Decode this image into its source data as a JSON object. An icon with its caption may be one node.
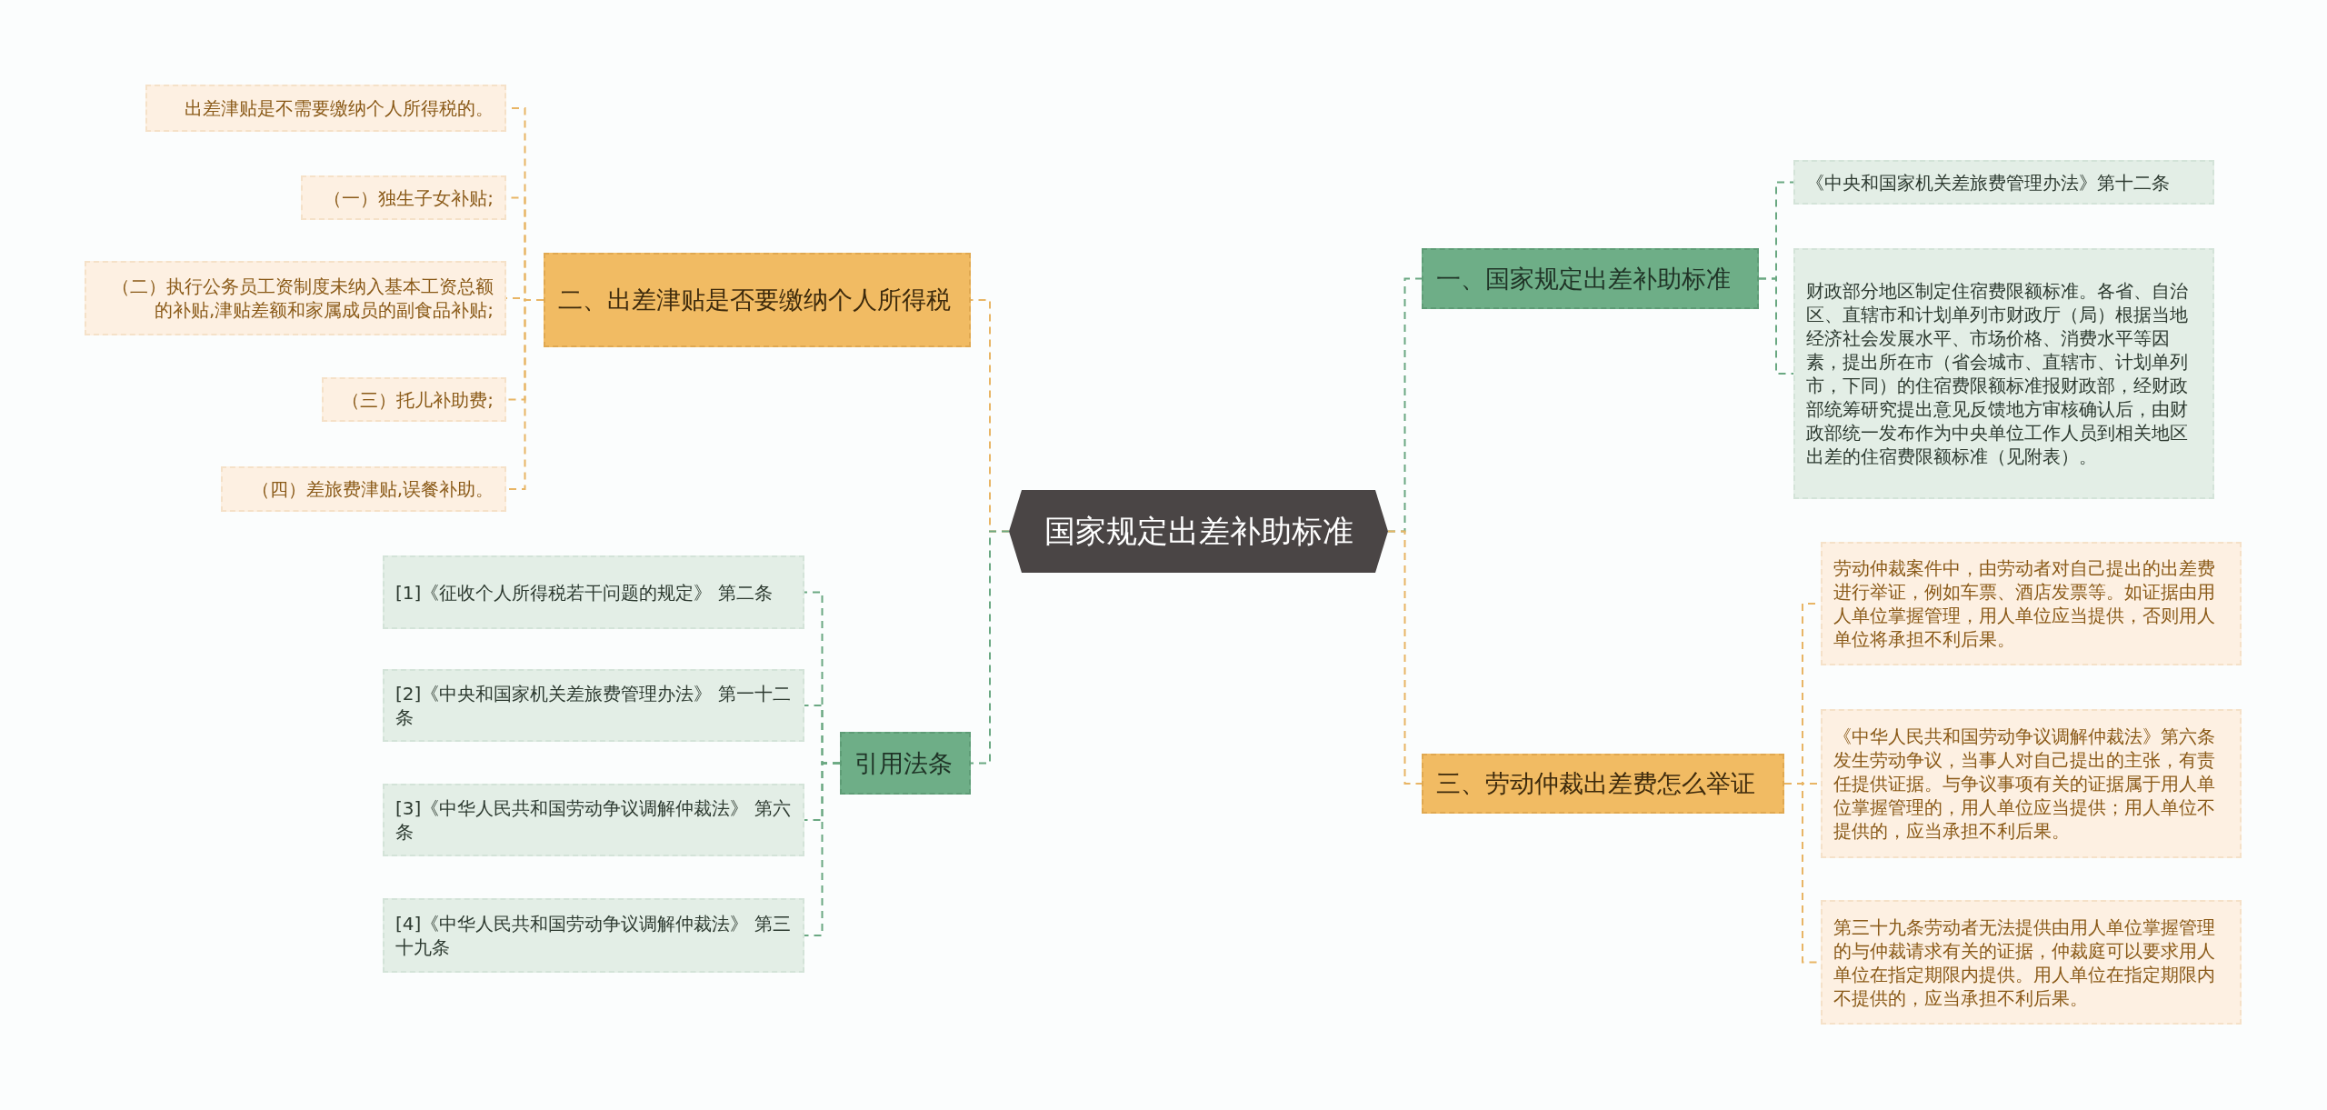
{
  "diagram": {
    "nodes": [
      {
        "text": [
          "国家规定出差补助标准"
        ]
      },
      {
        "text": [
          "一、国家规定出差补助标准"
        ]
      },
      {
        "text": [
          "《中央和国家机关差旅费管理办法》第十二条"
        ]
      },
      {
        "text": [
          "财政部分地区制定住宿费限额标准。各省、自治区、直辖市和计划单列市财政厅（局）根据当地经济社会发展水平、市场价格、消费水平等因素，提出所在市（省会城市、直辖市、计划单列市，下同）的住宿费限额标准报财政部，经财政部统筹研究提出意见反馈地方审核确认后，由财政部统一发布作为中央单位工作人员到相关地区出差的住宿费限额标准（见附表）。"
        ]
      },
      {
        "text": [
          "三、劳动仲裁出差费怎么举证"
        ]
      },
      {
        "text": [
          "劳动仲裁案件中，由劳动者对自己提出的出差费进行举证，例如车票、酒店发票等。如证据由用人单位掌握管理，用人单位应当提供，否则用人单位将承担不利后果。"
        ]
      },
      {
        "text": [
          "《中华人民共和国劳动争议调解仲裁法》第六条发生劳动争议，当事人对自己提出的主张，有责任提供证据。与争议事项有关的证据属于用人单位掌握管理的，用人单位应当提供；用人单位不提供的，应当承担不利后果。"
        ]
      },
      {
        "text": [
          "第三十九条劳动者无法提供由用人单位掌握管理的与仲裁请求有关的证据，仲裁庭可以要求用人单位在指定期限内提供。用人单位在指定期限内不提供的，应当承担不利后果。"
        ]
      },
      {
        "text": [
          "二、出差津贴是否要缴纳个人所得税"
        ]
      },
      {
        "text": [
          "出差津贴是不需要缴纳个人所得税的。"
        ]
      },
      {
        "text": [
          "（一）独生子女补贴;"
        ]
      },
      {
        "text": [
          "（二）执行公务员工资制度未纳入基本工资总额的补贴,津贴差额和家属成员的副食品补贴;"
        ]
      },
      {
        "text": [
          "（三）托儿补助费;"
        ]
      },
      {
        "text": [
          "（四）差旅费津贴,误餐补助。"
        ]
      },
      {
        "text": [
          "引用法条"
        ]
      },
      {
        "text": [
          "[1]《征收个人所得税若干问题的规定》 第二条"
        ]
      },
      {
        "text": [
          "[2]《中央和国家机关差旅费管理办法》 第一十二条"
        ]
      },
      {
        "text": [
          "[3]《中华人民共和国劳动争议调解仲裁法》 第六条"
        ]
      },
      {
        "text": [
          "[4]《中华人民共和国劳动争议调解仲裁法》 第三十九条"
        ]
      }
    ],
    "edges": [
      {
        "from": 0,
        "to": 1,
        "arrow": "none",
        "color": "#6aa882"
      },
      {
        "from": 1,
        "to": 2,
        "arrow": "none",
        "color": "#6aa882"
      },
      {
        "from": 1,
        "to": 3,
        "arrow": "none",
        "color": "#6aa882"
      },
      {
        "from": 0,
        "to": 4,
        "arrow": "none"
      },
      {
        "from": 4,
        "to": 5,
        "arrow": "none"
      },
      {
        "from": 4,
        "to": 6,
        "arrow": "none"
      },
      {
        "from": 4,
        "to": 7,
        "arrow": "none"
      },
      {
        "from": 0,
        "to": 8,
        "arrow": "none"
      },
      {
        "from": 8,
        "to": 9,
        "arrow": "none"
      },
      {
        "from": 8,
        "to": 10,
        "arrow": "none"
      },
      {
        "from": 8,
        "to": 11,
        "arrow": "none"
      },
      {
        "from": 8,
        "to": 12,
        "arrow": "none"
      },
      {
        "from": 8,
        "to": 13,
        "arrow": "none"
      },
      {
        "from": 0,
        "to": 14,
        "arrow": "none",
        "color": "#6aa882"
      },
      {
        "from": 14,
        "to": 15,
        "arrow": "none",
        "color": "#6aa882"
      },
      {
        "from": 14,
        "to": 16,
        "arrow": "none",
        "color": "#6aa882"
      },
      {
        "from": 14,
        "to": 17,
        "arrow": "none",
        "color": "#6aa882"
      },
      {
        "from": 14,
        "to": 18,
        "arrow": "none",
        "color": "#6aa882"
      }
    ]
  }
}
